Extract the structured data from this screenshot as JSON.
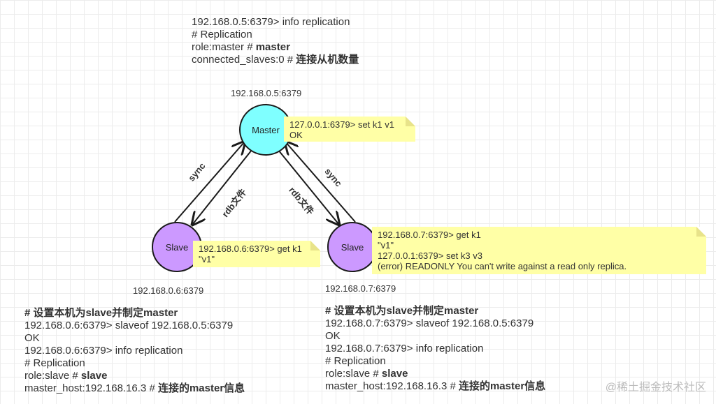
{
  "top_block": {
    "line1": "192.168.0.5:6379> info replication",
    "line2": "# Replication",
    "line3_pre": "role:master # ",
    "line3_bold": "master",
    "line4_pre": "connected_slaves:0 # ",
    "line4_bold": "连接从机数量"
  },
  "master": {
    "address": "192.168.0.5:6379",
    "label": "Master",
    "note": [
      "127.0.0.1:6379> set k1 v1",
      "OK"
    ]
  },
  "slave_left": {
    "address": "192.168.0.6:6379",
    "label": "Slave",
    "note": [
      "192.168.0.6:6379> get k1",
      "\"v1\""
    ]
  },
  "slave_right": {
    "address": "192.168.0.7:6379",
    "label": "Slave",
    "note": [
      "192.168.0.7:6379> get k1",
      "\"v1\"",
      "127.0.0.1:6379> set k3 v3",
      "(error) READONLY You can't write against a read only replica."
    ]
  },
  "edges": {
    "sync_left": "sync",
    "rdb_left": "rdb文件",
    "sync_right": "sync",
    "rdb_right": "rdb文件"
  },
  "left_block": {
    "title": "# 设置本机为slave并制定master",
    "line2": "192.168.0.6:6379> slaveof 192.168.0.5:6379",
    "line3": "OK",
    "line4": "192.168.0.6:6379> info replication",
    "line5": "# Replication",
    "line6_pre": "role:slave # ",
    "line6_bold": "slave",
    "line7_pre": "master_host:192.168.16.3 # ",
    "line7_bold": "连接的master信息"
  },
  "right_block": {
    "title": "# 设置本机为slave并制定master",
    "line2": "192.168.0.7:6379> slaveof 192.168.0.5:6379",
    "line3": "OK",
    "line4": "192.168.0.7:6379> info replication",
    "line5": "# Replication",
    "line6_pre": "role:slave # ",
    "line6_bold": "slave",
    "line7_pre": "master_host:192.168.16.3 # ",
    "line7_bold": "连接的master信息"
  },
  "watermark": "@稀土掘金技术社区"
}
